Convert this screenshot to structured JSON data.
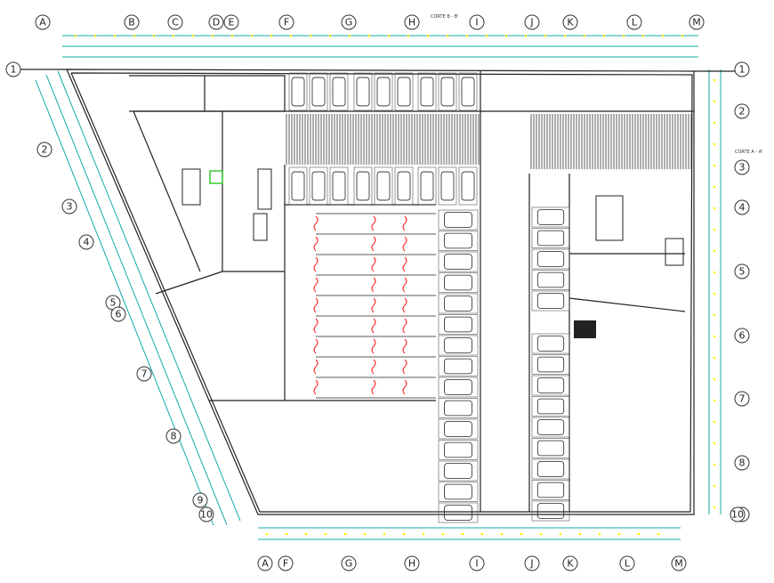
{
  "grid": {
    "top_letters": [
      "A",
      "B",
      "C",
      "D",
      "E",
      "F",
      "G",
      "H",
      "I",
      "J",
      "K",
      "L",
      "M"
    ],
    "bottom_letters": [
      "A",
      "F",
      "G",
      "H",
      "I",
      "J",
      "K",
      "L",
      "M"
    ],
    "left_numbers": [
      "1",
      "2",
      "3",
      "4",
      "5",
      "6",
      "7",
      "8",
      "9",
      "10"
    ],
    "right_numbers": [
      "1",
      "2",
      "3",
      "4",
      "5",
      "6",
      "7",
      "8",
      "9",
      "10"
    ]
  },
  "section_labels": {
    "top": "CORTE B - B'",
    "right": "CORTE A - A'"
  },
  "colors": {
    "walls": "#222222",
    "dimension_lines": "#11aaaa",
    "doors": "#ff2020",
    "markers": "#ffee00",
    "elevator": "#33cc33"
  }
}
